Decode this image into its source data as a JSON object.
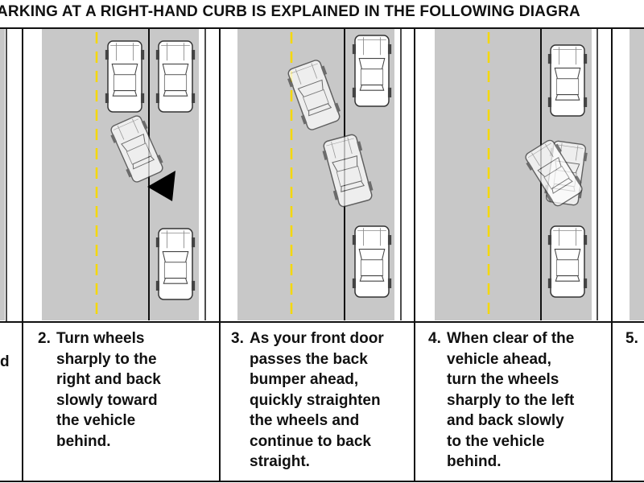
{
  "header": {
    "title": "ARKING AT A RIGHT-HAND CURB IS EXPLAINED IN THE FOLLOWING DIAGRA"
  },
  "colors": {
    "road": "#c8c8c8",
    "center_line": "#f5d800",
    "curb_line": "#111111",
    "car_body": "#ffffff",
    "car_outline": "#333333",
    "arrow": "#000000",
    "border": "#111111"
  },
  "steps": [
    {
      "number": "",
      "text": "d"
    },
    {
      "number": "2.",
      "text": "Turn wheels\nsharply to the\nright and back\nslowly toward\nthe vehicle\nbehind."
    },
    {
      "number": "3.",
      "text": "As your front door\npasses the back\nbumper ahead,\nquickly straighten\nthe wheels and\ncontinue to back\nstraight."
    },
    {
      "number": "4.",
      "text": "When clear of the\nvehicle ahead,\nturn the wheels\nsharply to the left\nand back slowly\nto the vehicle\nbehind."
    },
    {
      "number": "5.",
      "text": ""
    }
  ],
  "icons": [
    "car-icon",
    "direction-arrow-icon"
  ]
}
